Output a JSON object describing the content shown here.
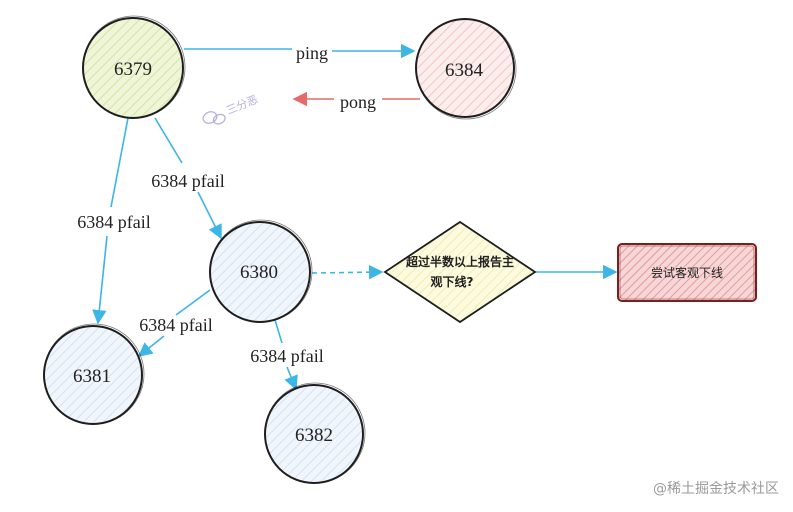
{
  "nodes": {
    "n6379": {
      "label": "6379",
      "fill": "#e9f2cf"
    },
    "n6384": {
      "label": "6384",
      "fill": "#fbe0e0"
    },
    "n6380": {
      "label": "6380",
      "fill": "#e6eef8"
    },
    "n6381": {
      "label": "6381",
      "fill": "#e6eef8"
    },
    "n6382": {
      "label": "6382",
      "fill": "#e6eef8"
    }
  },
  "edges": {
    "ping": "ping",
    "pong": "pong",
    "e6379_6380": "6384 pfail",
    "e6379_6381": "6384 pfail",
    "e6380_6381": "6384 pfail",
    "e6380_6382": "6384 pfail"
  },
  "decision": {
    "line1": "超过半数以上报告主",
    "line2": "观下线?",
    "fill": "#fdfbd5"
  },
  "result": {
    "label": "尝试客观下线",
    "fill": "#f1c7c7",
    "border": "#7a1f1f"
  },
  "colors": {
    "arrow": "#3bb6e6",
    "pong_arrow": "#e66a6a",
    "stroke": "#1e1e1e"
  },
  "watermark": {
    "top": "三分恶",
    "icon": "wechat-icon"
  },
  "footer": "@稀土掘金技术社区"
}
